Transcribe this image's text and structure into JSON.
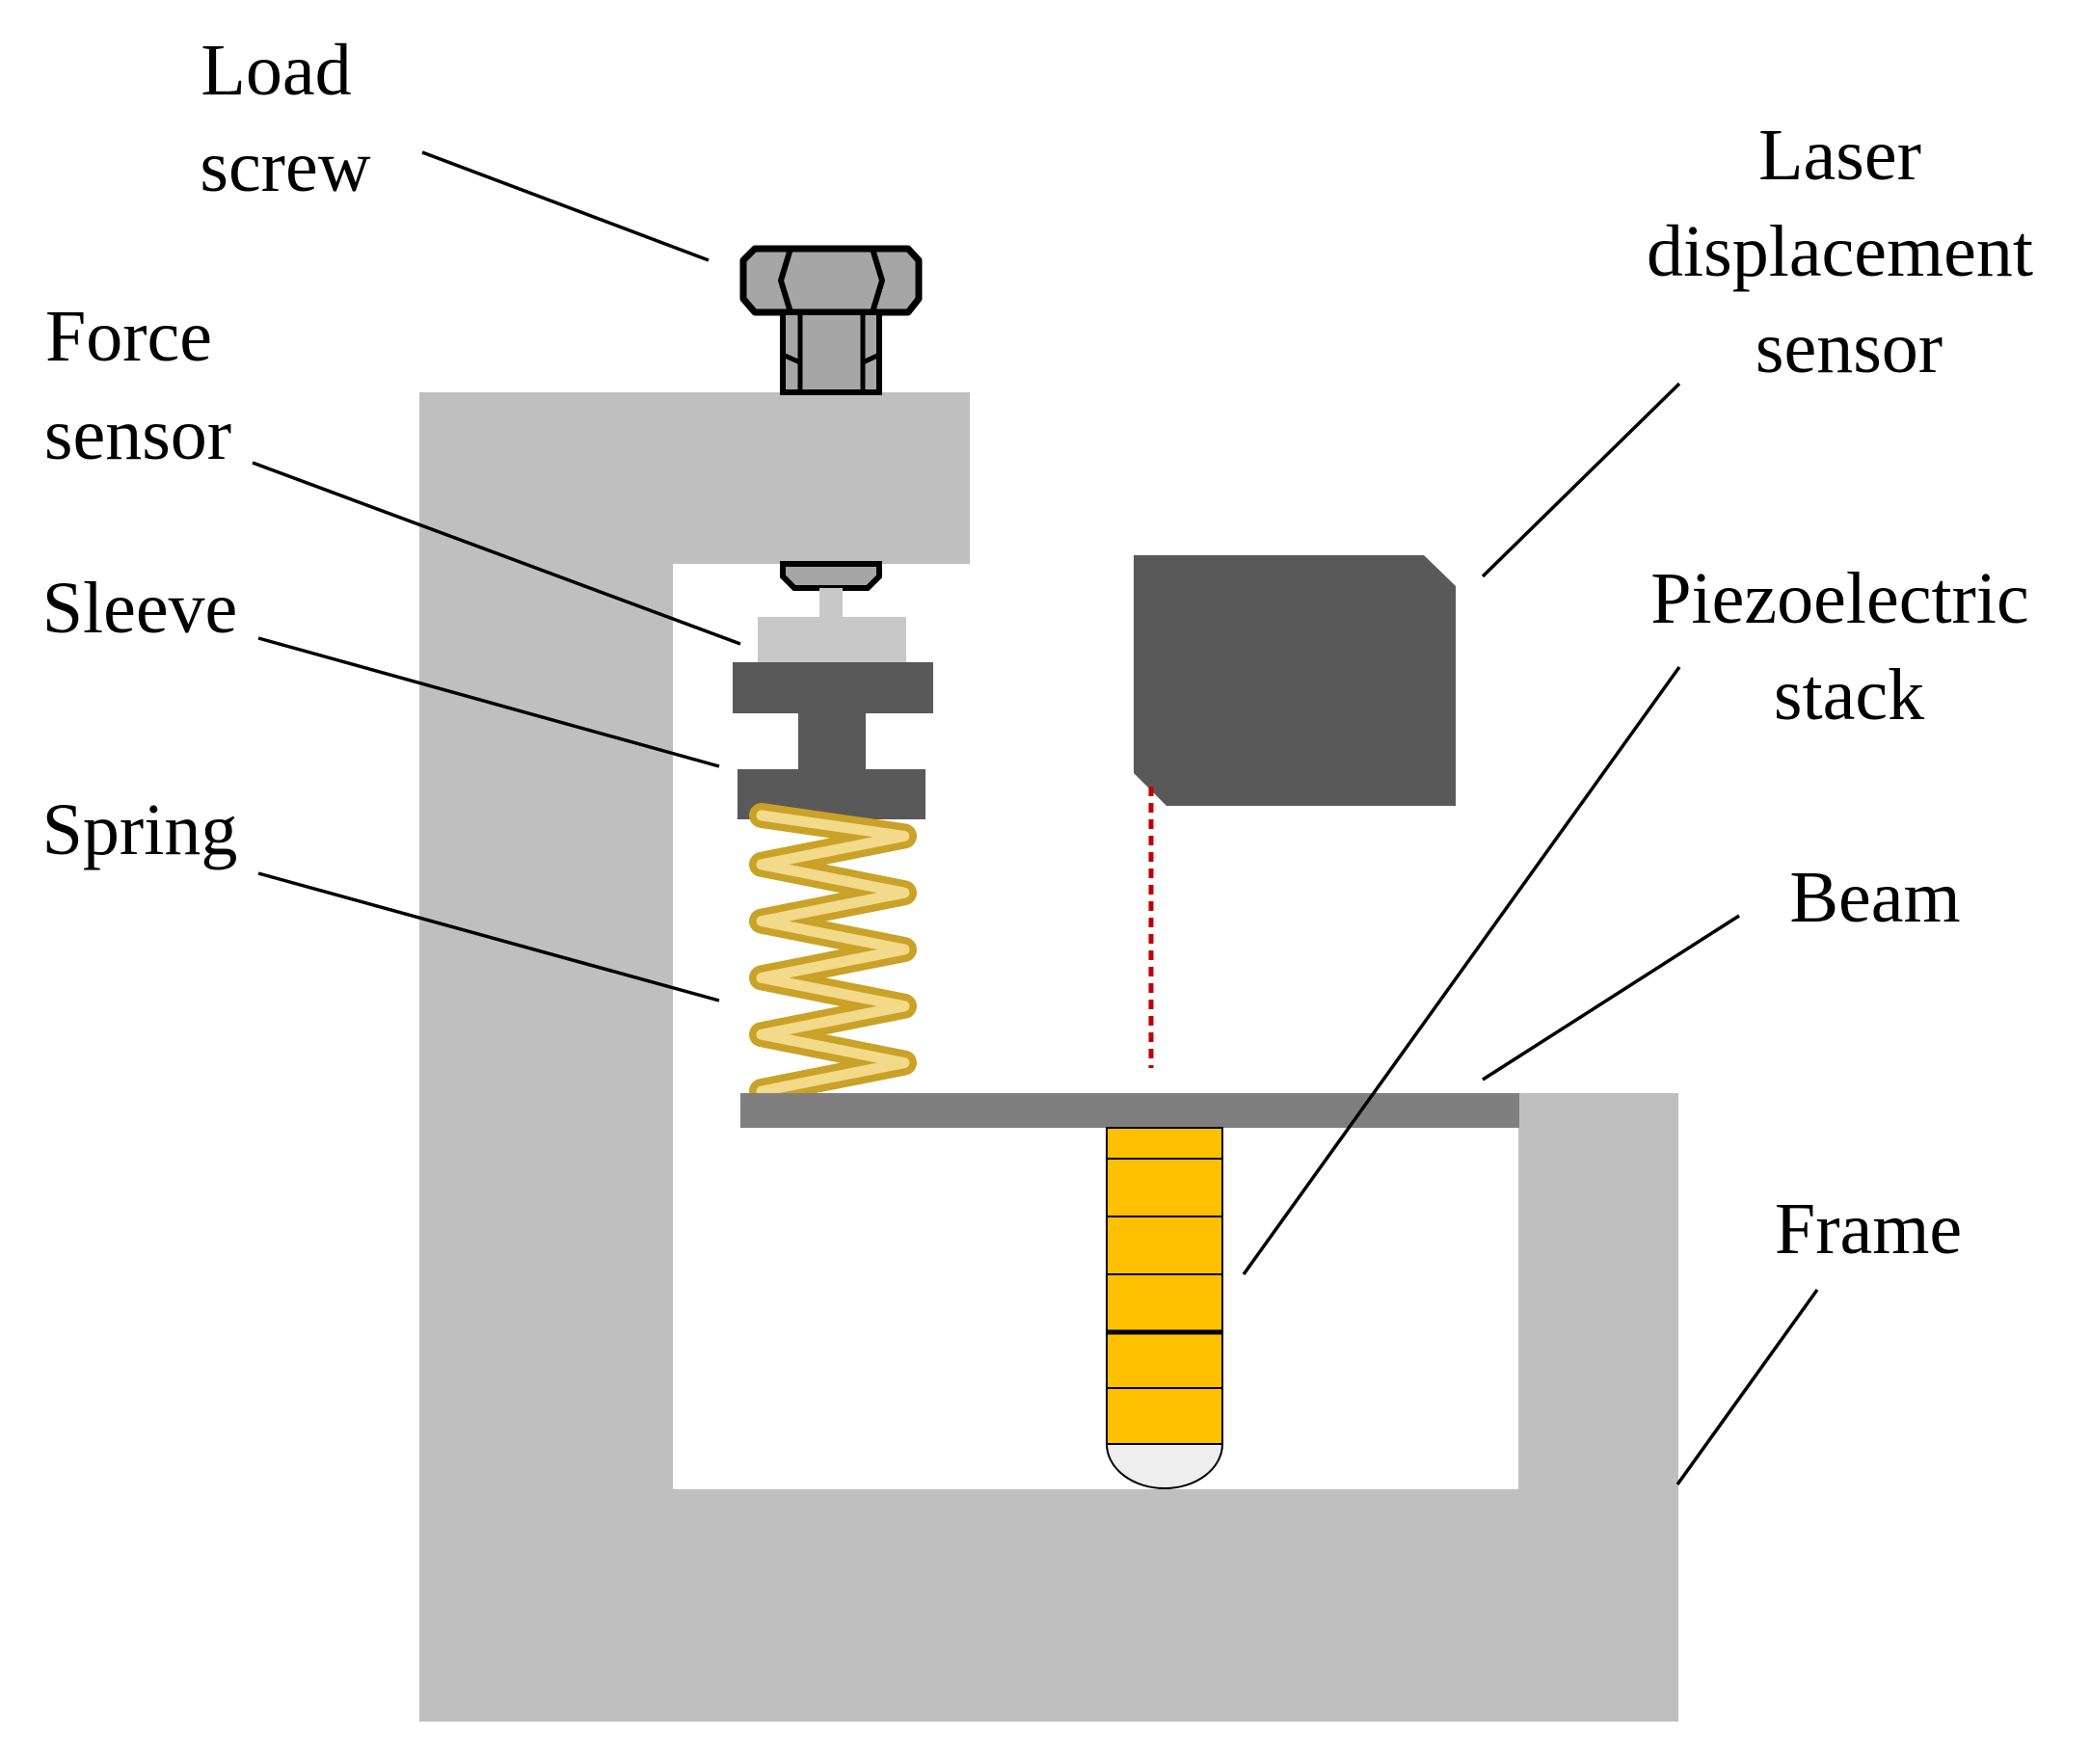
{
  "labels": {
    "load_screw": [
      "Load",
      "screw"
    ],
    "force_sensor": [
      "Force",
      "sensor"
    ],
    "sleeve": [
      "Sleeve"
    ],
    "spring": [
      "Spring"
    ],
    "laser_sensor": [
      "Laser",
      "displacement",
      "sensor"
    ],
    "piezo_stack": [
      "Piezoelectric",
      "stack"
    ],
    "beam": [
      "Beam"
    ],
    "frame": [
      "Frame"
    ]
  },
  "colors": {
    "frame": "#bfbfbf",
    "beam": "#7f7f7f",
    "sleeve": "#595959",
    "force_sensor": "#c8c8c8",
    "laser_sensor": "#595959",
    "laser_beam": "#c00000",
    "spring": "#c9a227",
    "spring_highlight": "#f3d98a",
    "piezo": "#ffc000",
    "screw": "#a6a6a6"
  }
}
